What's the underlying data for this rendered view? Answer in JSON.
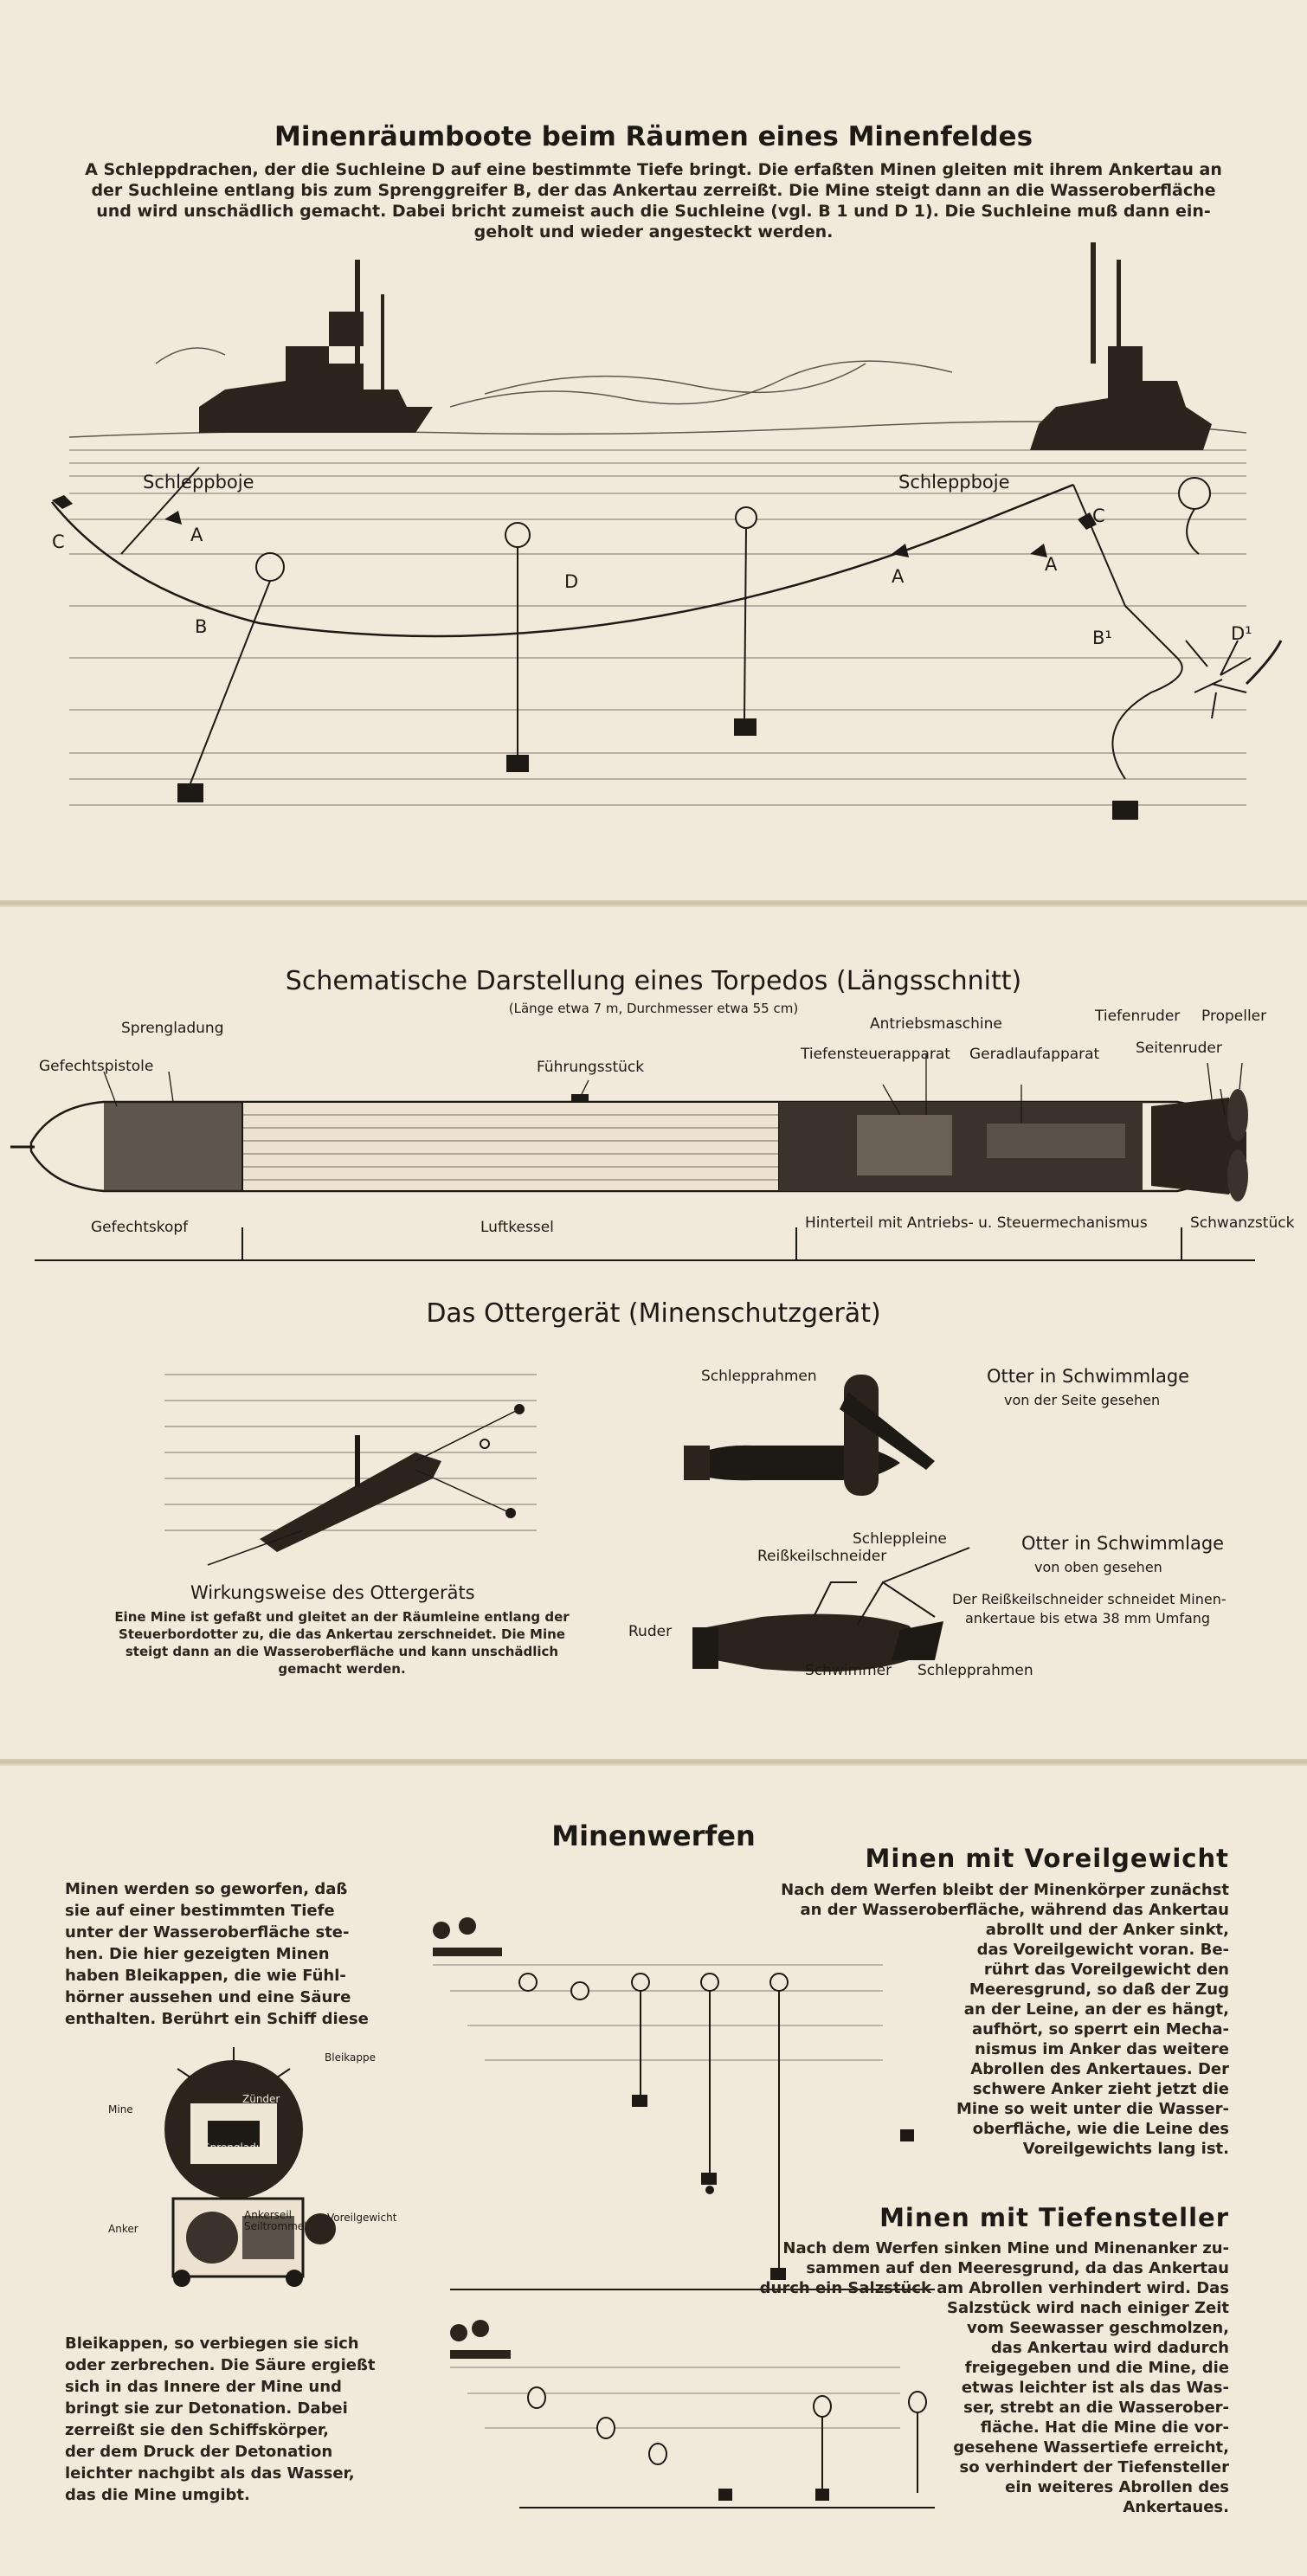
{
  "panel1": {
    "title": "Minenräumboote beim Räumen eines Minenfeldes",
    "intro_lines": [
      "A Schleppdrachen, der die Suchleine D auf eine bestimmte Tiefe bringt. Die erfaßten Minen gleiten mit ihrem Ankertau an",
      "der Suchleine entlang bis zum Sprenggreifer B, der das Ankertau zerreißt. Die Mine steigt dann an die Wasseroberfläche",
      "und wird unschädlich gemacht. Dabei bricht zumeist auch die Suchleine (vgl. B 1 und D 1). Die Suchleine muß dann ein-",
      "geholt und wieder angesteckt werden."
    ],
    "labels": {
      "schleppboje_left": "Schleppboje",
      "schleppboje_right": "Schleppboje",
      "a_left": "A",
      "a_mid": "A",
      "a_right": "A",
      "b": "B",
      "b1": "B¹",
      "c_left": "C",
      "c_right": "C",
      "d": "D",
      "d1": "D¹"
    }
  },
  "panel2": {
    "title": "Schematische Darstellung eines Torpedos",
    "title_suffix": "(Längsschnitt)",
    "subtitle": "(Länge etwa 7 m, Durchmesser etwa 55 cm)",
    "labels": {
      "sprengladung": "Sprengladung",
      "gefechtspistole": "Gefechtspistole",
      "fuehrungsstueck": "Führungsstück",
      "antriebsmaschine": "Antriebsmaschine",
      "tiefenruder": "Tiefenruder",
      "propeller": "Propeller",
      "tiefensteuerapparat": "Tiefensteuerapparat",
      "geradlaufapparat": "Geradlaufapparat",
      "seitenruder": "Seitenruder",
      "gefechtskopf": "Gefechtskopf",
      "luftkessel": "Luftkessel",
      "hinterteil": "Hinterteil mit Antriebs- u. Steuermechanismus",
      "schwanzstueck": "Schwanzstück"
    },
    "otter": {
      "title": "Das Ottergerät",
      "title_suffix": "(Minenschutzgerät)",
      "effect_title": "Wirkungsweise des Ottergeräts",
      "effect_lines": [
        "Eine Mine ist gefaßt und gleitet an der Räumleine entlang der",
        "Steuerbordotter zu, die das Ankertau zerschneidet. Die Mine",
        "steigt dann an die Wasseroberfläche und kann unschädlich",
        "gemacht werden."
      ],
      "schlepprahmen_top": "Schlepprahmen",
      "side_title": "Otter in Schwimmlage",
      "side_sub": "von der Seite gesehen",
      "schleppleine": "Schleppleine",
      "reisskeilschneider": "Reißkeilschneider",
      "top_title": "Otter in Schwimmlage",
      "top_sub": "von oben gesehen",
      "cut_line1": "Der Reißkeilschneider schneidet Minen-",
      "cut_line2": "ankertaue bis etwa 38 mm Umfang",
      "ruder": "Ruder",
      "schwimmer": "Schwimmer",
      "schlepprahmen_bottom": "Schlepprahmen"
    }
  },
  "panel3": {
    "title": "Minenwerfen",
    "left_text_top": [
      "Minen werden so geworfen, daß",
      "sie auf einer bestimmten Tiefe",
      "unter der Wasseroberfläche ste-",
      "hen. Die hier gezeigten Minen",
      "haben Bleikappen, die wie Fühl-",
      "hörner aussehen und eine Säure",
      "enthalten. Berührt ein Schiff diese"
    ],
    "left_text_bottom": [
      "Bleikappen, so verbiegen sie sich",
      "oder zerbrechen. Die Säure ergießt",
      "sich in das Innere der Mine und",
      "bringt sie zur Detonation. Dabei",
      "zerreißt sie den Schiffskörper,",
      "der dem Druck der Detonation",
      "leichter nachgibt als das Wasser,",
      "das die Mine umgibt."
    ],
    "mine_labels": {
      "bleikappe": "Bleikappe",
      "mine": "Mine",
      "zuender": "Zünder",
      "sprengladung": "Sprengladung",
      "anker": "Anker",
      "ankerseil": "Ankerseil",
      "seiltrommel": "Seiltrommel",
      "voreilgewicht": "Voreilgewicht"
    },
    "voreil": {
      "heading": "Minen mit Voreilgewicht",
      "lines": [
        "Nach dem Werfen bleibt der Minenkörper zunächst",
        "an der Wasseroberfläche, während das Ankertau",
        "abrollt und der Anker sinkt,",
        "das Voreilgewicht voran. Be-",
        "rührt das Voreilgewicht den",
        "Meeresgrund, so daß der Zug",
        "an der Leine, an der es hängt,",
        "aufhört, so sperrt ein Mecha-",
        "nismus im Anker das weitere",
        "Abrollen des Ankertaues. Der",
        "schwere Anker zieht jetzt die",
        "Mine so weit unter die Wasser-",
        "oberfläche, wie die Leine des",
        "Voreilgewichts lang ist."
      ]
    },
    "tiefen": {
      "heading": "Minen mit Tiefensteller",
      "lines": [
        "Nach dem Werfen sinken Mine und Minenanker zu-",
        "sammen auf den Meeresgrund, da das Ankertau",
        "durch ein Salzstück am Abrollen verhindert wird. Das",
        "Salzstück wird nach einiger Zeit",
        "vom Seewasser geschmolzen,",
        "das Ankertau wird dadurch",
        "freigegeben und die Mine, die",
        "etwas leichter ist als das Was-",
        "ser, strebt an die Wasserober-",
        "fläche. Hat die Mine die vor-",
        "gesehene Wassertiefe erreicht,",
        "so verhindert der Tiefensteller",
        "ein weiteres Abrollen des",
        "Ankertaues."
      ]
    }
  }
}
